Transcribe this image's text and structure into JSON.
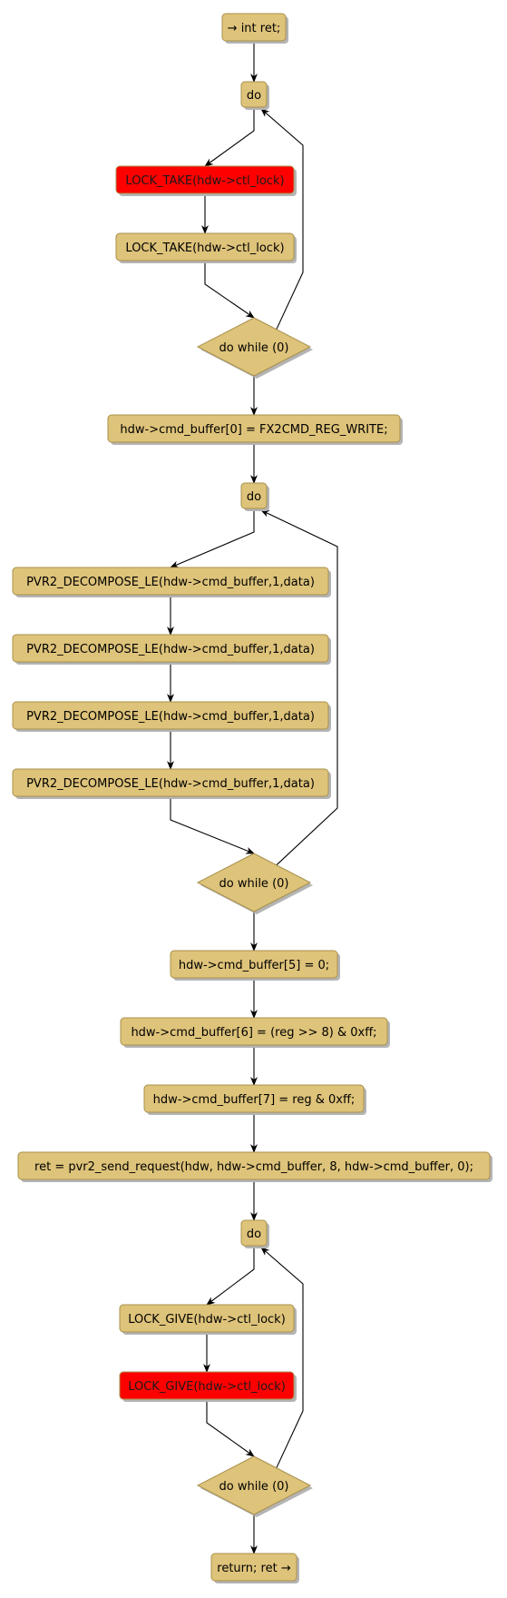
{
  "colors": {
    "node_fill": "#dec37a",
    "node_stroke": "#a8904c",
    "alert_fill": "#ff0000",
    "shadow": "#b4b4b4",
    "edge": "#000000"
  },
  "nodes": [
    {
      "id": "n0",
      "shape": "box",
      "text": "→ int ret;"
    },
    {
      "id": "n1",
      "shape": "box",
      "text": "do"
    },
    {
      "id": "n2",
      "shape": "box",
      "text": "LOCK_TAKE(hdw->ctl_lock)",
      "alert": true
    },
    {
      "id": "n3",
      "shape": "box",
      "text": "LOCK_TAKE(hdw->ctl_lock)"
    },
    {
      "id": "n4",
      "shape": "diamond",
      "text": "do while (0)"
    },
    {
      "id": "n5",
      "shape": "box",
      "text": "hdw->cmd_buffer[0] = FX2CMD_REG_WRITE;"
    },
    {
      "id": "n6",
      "shape": "box",
      "text": "do"
    },
    {
      "id": "n7",
      "shape": "box",
      "text": "PVR2_DECOMPOSE_LE(hdw->cmd_buffer,1,data)"
    },
    {
      "id": "n8",
      "shape": "box",
      "text": "PVR2_DECOMPOSE_LE(hdw->cmd_buffer,1,data)"
    },
    {
      "id": "n9",
      "shape": "box",
      "text": "PVR2_DECOMPOSE_LE(hdw->cmd_buffer,1,data)"
    },
    {
      "id": "n10",
      "shape": "box",
      "text": "PVR2_DECOMPOSE_LE(hdw->cmd_buffer,1,data)"
    },
    {
      "id": "n11",
      "shape": "diamond",
      "text": "do while (0)"
    },
    {
      "id": "n12",
      "shape": "box",
      "text": "hdw->cmd_buffer[5] = 0;"
    },
    {
      "id": "n13",
      "shape": "box",
      "text": "hdw->cmd_buffer[6] = (reg >> 8) & 0xff;"
    },
    {
      "id": "n14",
      "shape": "box",
      "text": "hdw->cmd_buffer[7] = reg & 0xff;"
    },
    {
      "id": "n15",
      "shape": "box",
      "text": "ret = pvr2_send_request(hdw, hdw->cmd_buffer, 8, hdw->cmd_buffer, 0);"
    },
    {
      "id": "n16",
      "shape": "box",
      "text": "do"
    },
    {
      "id": "n17",
      "shape": "box",
      "text": "LOCK_GIVE(hdw->ctl_lock)"
    },
    {
      "id": "n18",
      "shape": "box",
      "text": "LOCK_GIVE(hdw->ctl_lock)",
      "alert": true
    },
    {
      "id": "n19",
      "shape": "diamond",
      "text": "do while (0)"
    },
    {
      "id": "n20",
      "shape": "box",
      "text": "return; ret →"
    }
  ],
  "edges": [
    {
      "from": "n0",
      "to": "n1"
    },
    {
      "from": "n1",
      "to": "n2"
    },
    {
      "from": "n2",
      "to": "n3"
    },
    {
      "from": "n3",
      "to": "n4"
    },
    {
      "from": "n4",
      "to": "n1",
      "kind": "loop-back"
    },
    {
      "from": "n4",
      "to": "n5"
    },
    {
      "from": "n5",
      "to": "n6"
    },
    {
      "from": "n6",
      "to": "n7"
    },
    {
      "from": "n7",
      "to": "n8"
    },
    {
      "from": "n8",
      "to": "n9"
    },
    {
      "from": "n9",
      "to": "n10"
    },
    {
      "from": "n10",
      "to": "n11"
    },
    {
      "from": "n11",
      "to": "n6",
      "kind": "loop-back"
    },
    {
      "from": "n11",
      "to": "n12"
    },
    {
      "from": "n12",
      "to": "n13"
    },
    {
      "from": "n13",
      "to": "n14"
    },
    {
      "from": "n14",
      "to": "n15"
    },
    {
      "from": "n15",
      "to": "n16"
    },
    {
      "from": "n16",
      "to": "n17"
    },
    {
      "from": "n17",
      "to": "n18"
    },
    {
      "from": "n18",
      "to": "n19"
    },
    {
      "from": "n19",
      "to": "n16",
      "kind": "loop-back"
    },
    {
      "from": "n19",
      "to": "n20"
    }
  ]
}
